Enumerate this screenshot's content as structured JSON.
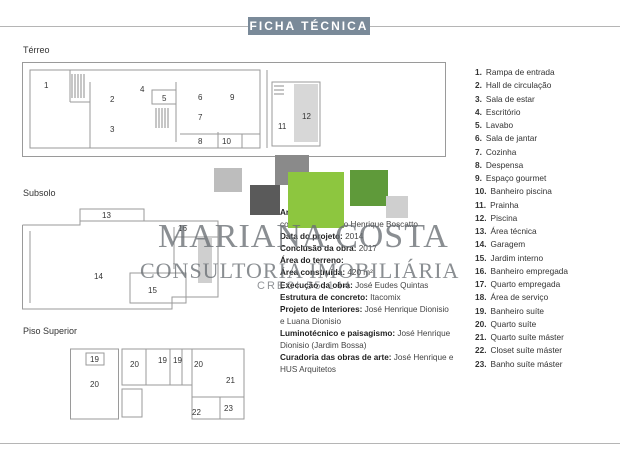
{
  "header": {
    "title": "FICHA TÉCNICA"
  },
  "floors": {
    "terreo": {
      "label": "Térreo",
      "rooms": [
        "1",
        "2",
        "3",
        "4",
        "5",
        "6",
        "7",
        "8",
        "9",
        "10",
        "11",
        "12"
      ]
    },
    "subsolo": {
      "label": "Subsolo",
      "rooms": [
        "13",
        "14",
        "15",
        "16"
      ]
    },
    "superior": {
      "label": "Piso Superior",
      "rooms": [
        "19",
        "20",
        "19",
        "19",
        "20",
        "20",
        "21",
        "22",
        "23"
      ]
    }
  },
  "legend": [
    {
      "num": "1.",
      "label": "Rampa de entrada"
    },
    {
      "num": "2.",
      "label": "Hall de circulação"
    },
    {
      "num": "3.",
      "label": "Sala de estar"
    },
    {
      "num": "4.",
      "label": "Escritório"
    },
    {
      "num": "5.",
      "label": "Lavabo"
    },
    {
      "num": "6.",
      "label": "Sala de jantar"
    },
    {
      "num": "7.",
      "label": "Cozinha"
    },
    {
      "num": "8.",
      "label": "Despensa"
    },
    {
      "num": "9.",
      "label": "Espaço gourmet"
    },
    {
      "num": "10.",
      "label": "Banheiro piscina"
    },
    {
      "num": "11.",
      "label": "Prainha"
    },
    {
      "num": "12.",
      "label": "Piscina"
    },
    {
      "num": "13.",
      "label": "Área técnica"
    },
    {
      "num": "14.",
      "label": "Garagem"
    },
    {
      "num": "15.",
      "label": "Jardim interno"
    },
    {
      "num": "16.",
      "label": "Banheiro empregada"
    },
    {
      "num": "17.",
      "label": "Quarto empregada"
    },
    {
      "num": "18.",
      "label": "Área de serviço"
    },
    {
      "num": "19.",
      "label": "Banheiro suíte"
    },
    {
      "num": "20.",
      "label": "Quarto suíte"
    },
    {
      "num": "21.",
      "label": "Quarto suíte máster"
    },
    {
      "num": "22.",
      "label": "Closet suíte máster"
    },
    {
      "num": "23.",
      "label": "Banho suíte máster"
    }
  ],
  "specs": [
    {
      "label": "Ar",
      "value": "lhandro M"
    },
    {
      "label": "",
      "value": "coautoria de Paulo Henrique Boscatto"
    },
    {
      "label": "Data do projeto:",
      "value": "2014"
    },
    {
      "label": "Conclusão da obra:",
      "value": "2017"
    },
    {
      "label": "Área do terreno:",
      "value": ""
    },
    {
      "label": "Área construída:",
      "value": "420 m²"
    },
    {
      "label": "Execução da obra:",
      "value": "José Eudes Quintas"
    },
    {
      "label": "Estrutura de concreto:",
      "value": "Itacomix"
    },
    {
      "label": "Projeto de Interiores:",
      "value": "José Henrique Dionisio e Luana Dionisio"
    },
    {
      "label": "Luminotécnico e paisagismo:",
      "value": "José Henrique Dionisio (Jardim Bossa)"
    },
    {
      "label": "Curadoria das obras de arte:",
      "value": "José Henrique e HUS Arquitetos"
    }
  ],
  "watermark": {
    "line1": "MARIANA COSTA",
    "line2": "CONSULTORIA IMOBILIÁRIA",
    "line3": "CRECI 55.144",
    "colors": {
      "green_light": "#8dc63f",
      "green_dark": "#5f9a3a",
      "gray_dark": "#5a5a5a",
      "gray_mid": "#8a8a8a",
      "gray_light": "#bdbdbd"
    }
  }
}
